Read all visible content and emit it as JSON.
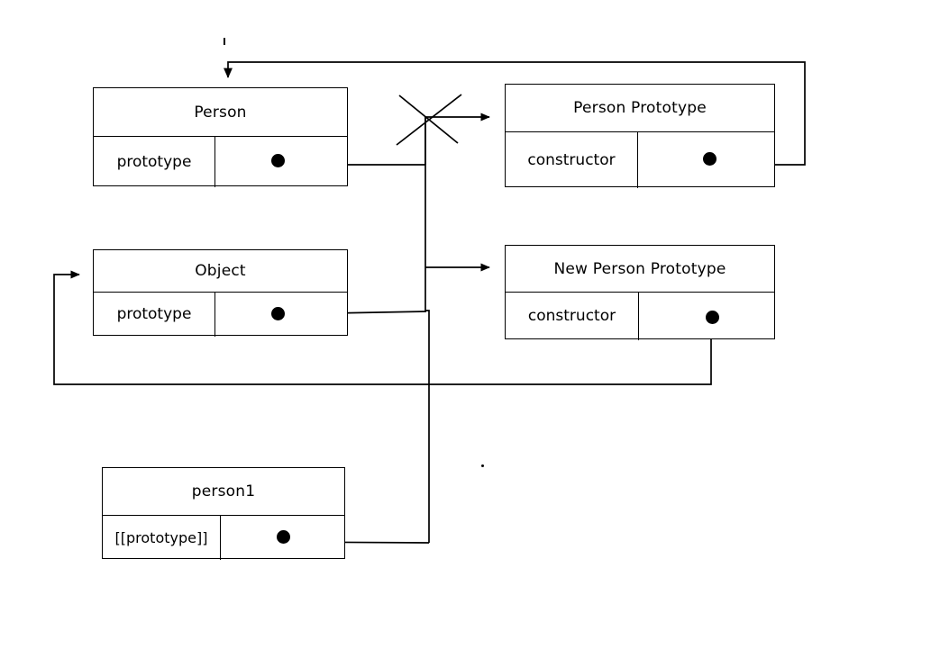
{
  "diagram": {
    "title": "JavaScript prototype chain diagram",
    "stroke_color": "#000000",
    "background_color": "#ffffff",
    "boxes": [
      {
        "id": "person",
        "title": "Person",
        "row_key": "prototype",
        "has_slot_dot": true
      },
      {
        "id": "person-prototype",
        "title": "Person Prototype",
        "row_key": "constructor",
        "has_slot_dot": true
      },
      {
        "id": "object",
        "title": "Object",
        "row_key": "prototype",
        "has_slot_dot": true
      },
      {
        "id": "new-person-prototype",
        "title": "New Person Prototype",
        "row_key": "constructor",
        "has_slot_dot": true
      },
      {
        "id": "person1",
        "title": "person1",
        "row_key": "[[prototype]]",
        "has_slot_dot": true
      }
    ],
    "connections": [
      {
        "id": "person-prototype-constructor-to-person",
        "from": "person-prototype.constructor",
        "to": "person",
        "marker": "arrow-down"
      },
      {
        "id": "person-prototype-link-crossed-out",
        "from": "person.prototype",
        "to": "person-prototype",
        "marker": "arrow-right",
        "state": "crossed-out"
      },
      {
        "id": "object-prototype-to-new-person-prototype",
        "from": "object.prototype",
        "to": "new-person-prototype",
        "marker": "arrow-right"
      },
      {
        "id": "new-person-prototype-constructor-to-object",
        "from": "new-person-prototype.constructor",
        "to": "object",
        "marker": "arrow-right"
      },
      {
        "id": "person1-prototype-to-chain",
        "from": "person1.[[prototype]]",
        "to": "chain-spine",
        "marker": "none"
      }
    ],
    "annotations": [
      {
        "id": "cross-out-mark",
        "label": "X"
      },
      {
        "id": "stray-tick-top",
        "label": ""
      },
      {
        "id": "stray-dot-middle",
        "label": ""
      }
    ]
  }
}
